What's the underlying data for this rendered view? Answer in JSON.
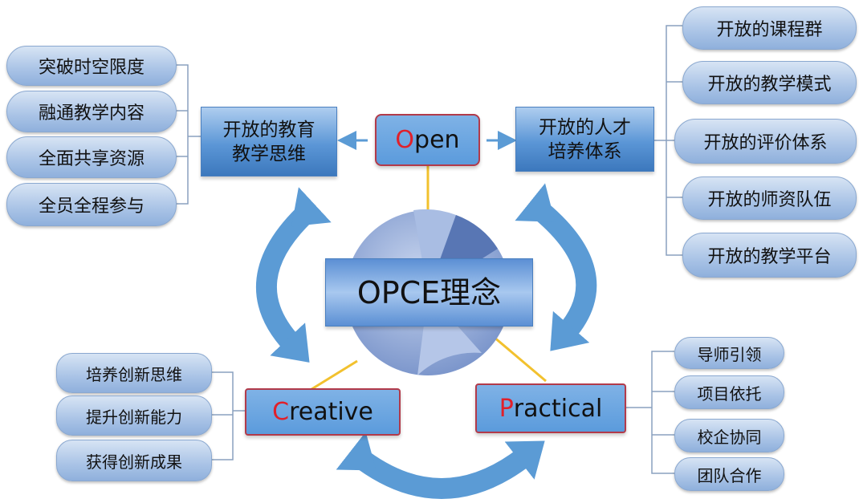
{
  "center": {
    "title": "OPCE理念"
  },
  "open": {
    "first": "O",
    "rest": "pen",
    "left_box": {
      "line1": "开放的教育",
      "line2": "教学思维"
    },
    "right_box": {
      "line1": "开放的人才",
      "line2": "培养体系"
    },
    "left_items": [
      "突破时空限度",
      "融通教学内容",
      "全面共享资源",
      "全员全程参与"
    ],
    "right_items": [
      "开放的课程群",
      "开放的教学模式",
      "开放的评价体系",
      "开放的师资队伍",
      "开放的教学平台"
    ]
  },
  "creative": {
    "first": "C",
    "rest": "reative",
    "items": [
      "培养创新思维",
      "提升创新能力",
      "获得创新成果"
    ]
  },
  "practical": {
    "first": "P",
    "rest": "ractical",
    "items": [
      "导师引领",
      "项目依托",
      "校企协同",
      "团队合作"
    ]
  },
  "colors": {
    "accent_red": "#e0202a",
    "arrow_blue": "#5b9bd5",
    "connector_yellow": "#f2c12e"
  }
}
